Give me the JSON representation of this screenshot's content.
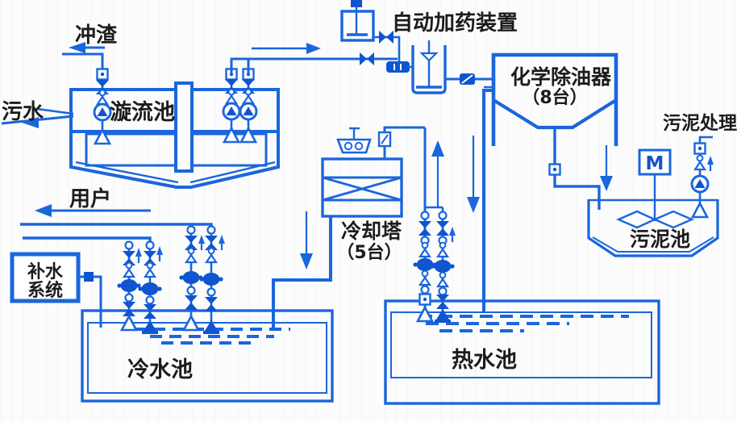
{
  "diagram": {
    "labels": {
      "slag_flush": "冲渣",
      "sewage": "污水",
      "swirl_pool": "漩流池",
      "auto_dosing_unit": "自动加药装置",
      "oil_remover": "化学除油器",
      "oil_remover_count": "（8台）",
      "sludge_treatment": "污泥处理",
      "motor": "M",
      "sludge_pool": "污泥池",
      "cooling_tower": "冷却塔",
      "cooling_tower_count": "（5台）",
      "users": "用户",
      "makeup_system_line1": "补水",
      "makeup_system_line2": "系统",
      "cold_pool": "冷水池",
      "hot_pool": "热水池"
    },
    "colors": {
      "pipe_blue": "#1a66dd",
      "fill_blue": "#0f55d0",
      "text_black": "#1c1c1c",
      "background": "#fcfcfc"
    }
  }
}
